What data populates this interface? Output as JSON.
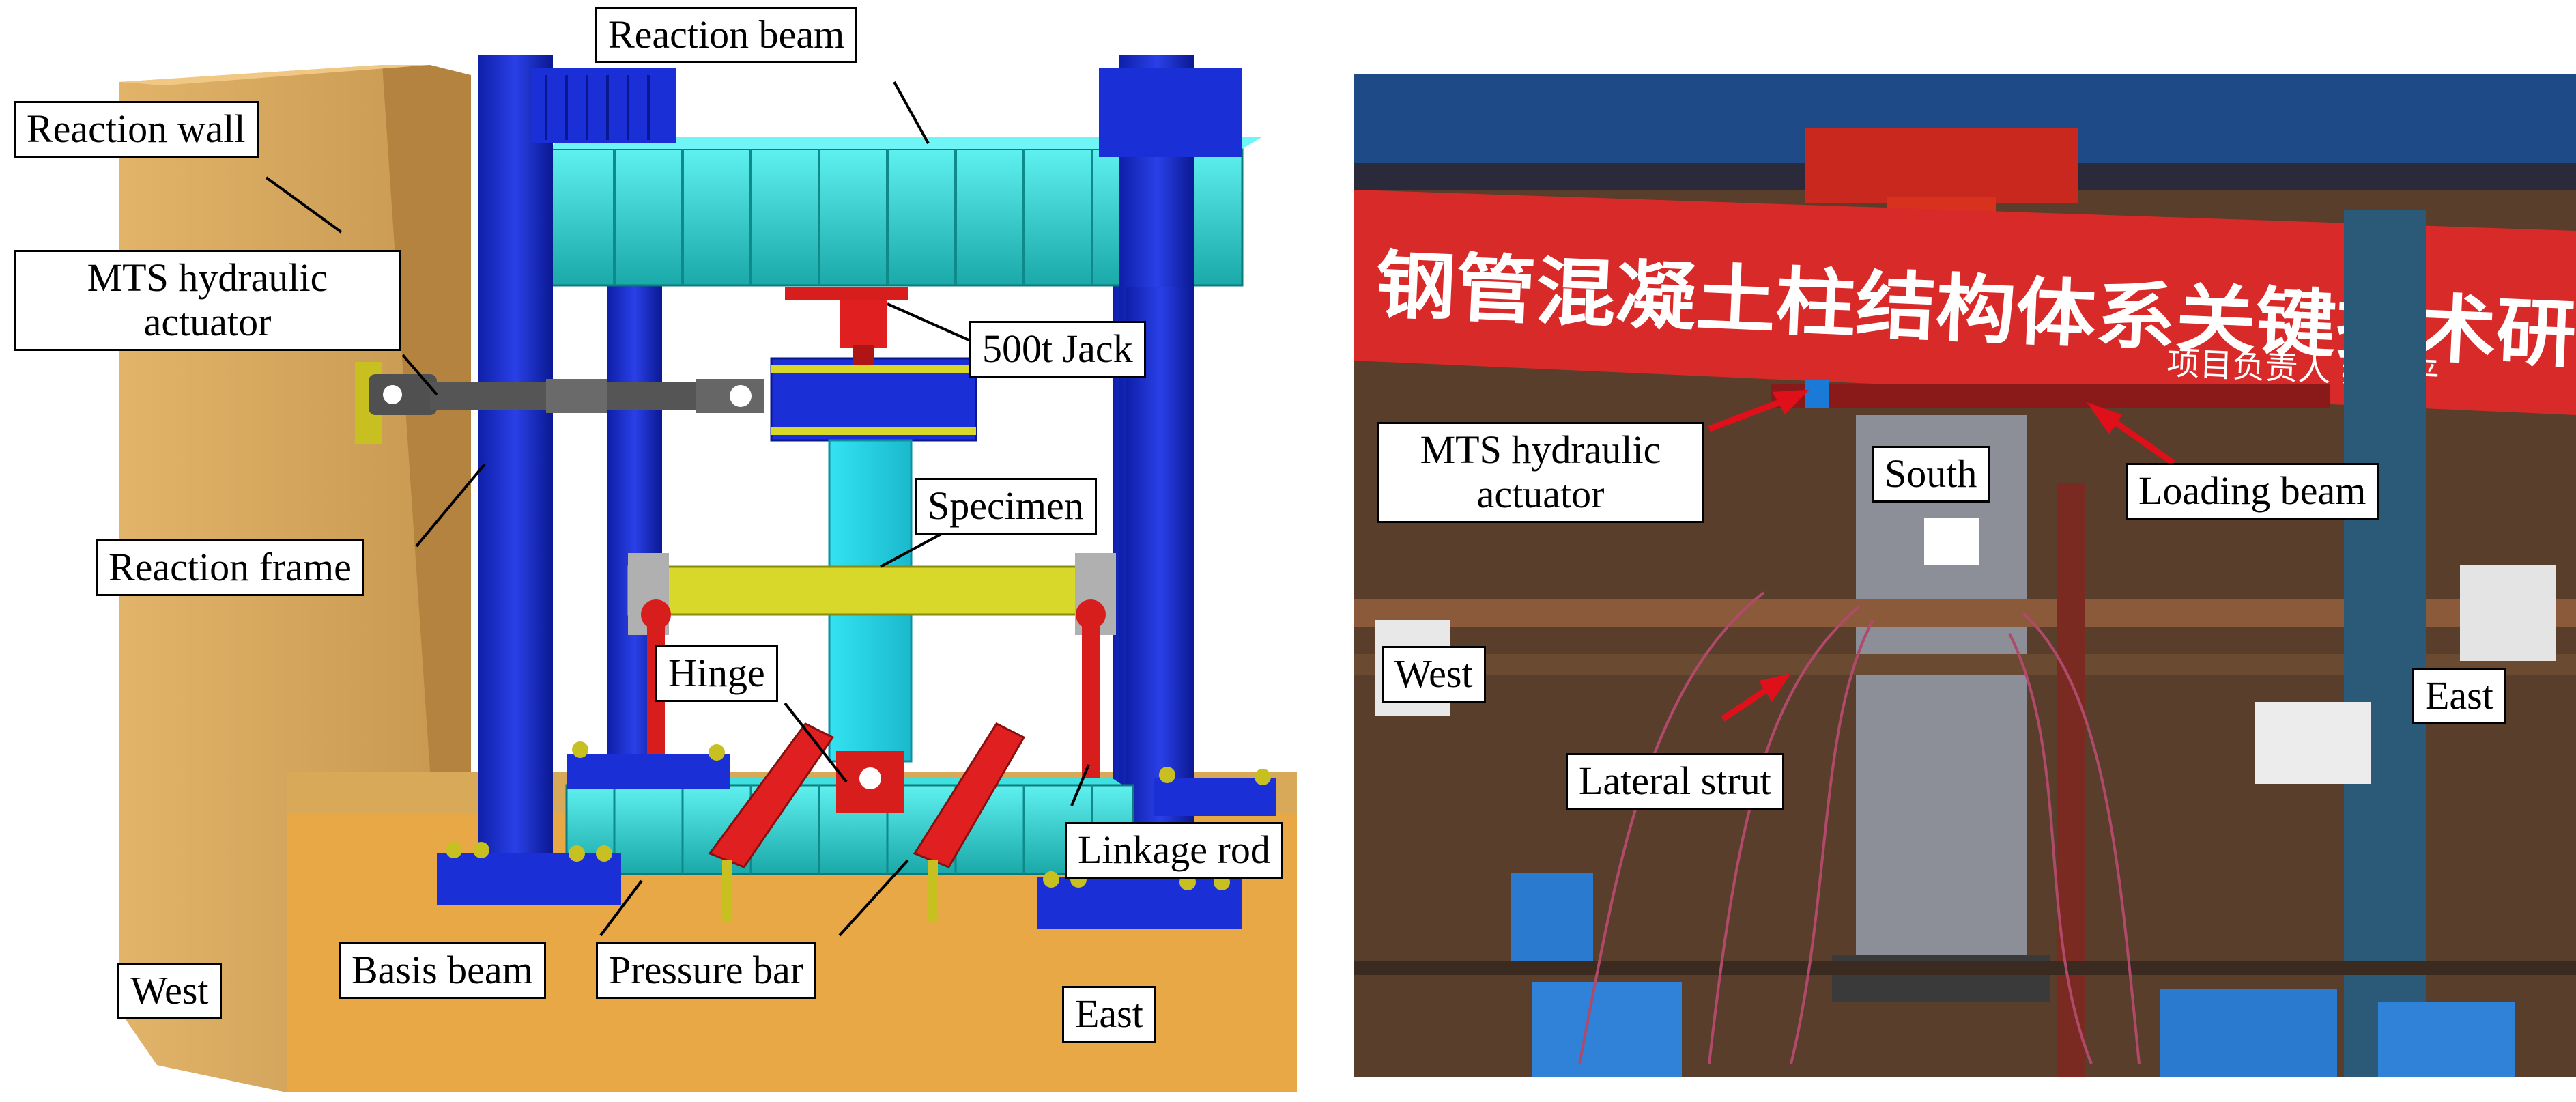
{
  "left": {
    "reaction_beam": "Reaction beam",
    "reaction_wall": "Reaction wall",
    "mts_line1": "MTS hydraulic",
    "mts_line2": "actuator",
    "jack": "500t Jack",
    "specimen": "Specimen",
    "reaction_frame": "Reaction frame",
    "hinge": "Hinge",
    "linkage_rod": "Linkage rod",
    "basis_beam": "Basis beam",
    "pressure_bar": "Pressure bar",
    "west": "West",
    "east": "East"
  },
  "right": {
    "banner_text": "钢管混凝土柱结构体系关键技术研",
    "banner_subtext": "项目负责人  郝际平",
    "mts_line1": "MTS hydraulic",
    "mts_line2": "actuator",
    "south": "South",
    "loading_beam": "Loading beam",
    "west": "West",
    "east": "East",
    "lateral_strut": "Lateral strut"
  },
  "colors": {
    "frame_blue": "#1a2fd6",
    "beam_cyan": "#2ed1d1",
    "ground": "#e6a845",
    "wall": "#d9a95a",
    "red_parts": "#d81d1d",
    "yellow_beam": "#d8d82a",
    "label_arrow": "#e0101a"
  }
}
